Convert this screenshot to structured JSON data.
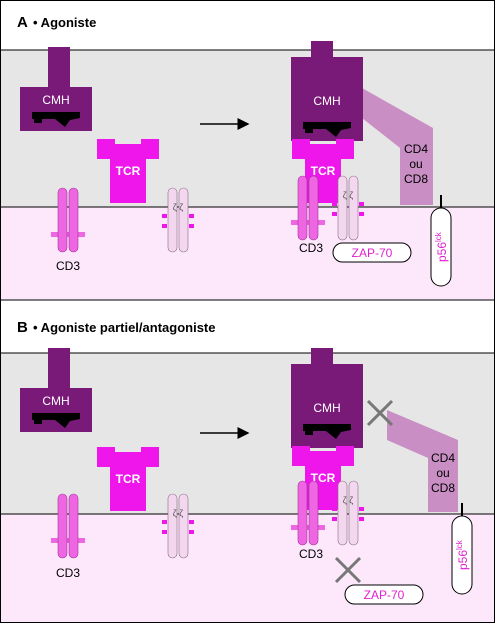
{
  "colors": {
    "frame": "#000000",
    "membrane_top": "#e6e6e6",
    "membrane_bottom": "#fde8fb",
    "cmh": "#7a1a78",
    "cmh_peptide": "#000000",
    "tcr": "#ee16ea",
    "cd3": "#ee66e2",
    "zeta": "#f3d7ee",
    "cd4": "#c98fc4",
    "zap_text": "#e020d0",
    "cross": "#777777"
  },
  "panels": [
    {
      "letter": "A",
      "heading": "• Agoniste",
      "labels": {
        "cmh_left": "CMH",
        "tcr_left": "TCR",
        "cd3_left": "CD3",
        "zeta_left": "ζ ζ",
        "cmh_right": "CMH",
        "tcr_right": "TCR",
        "cd3_right": "CD3",
        "zeta_right": "ζ ζ",
        "cd4_line1": "CD4",
        "cd4_line2": "ou",
        "cd4_line3": "CD8",
        "zap": "ZAP-70",
        "p56": "p56",
        "p56_sup": "lck"
      }
    },
    {
      "letter": "B",
      "heading": "• Agoniste partiel/antagoniste",
      "labels": {
        "cmh_left": "CMH",
        "tcr_left": "TCR",
        "cd3_left": "CD3",
        "zeta_left": "ζ ζ",
        "cmh_right": "CMH",
        "tcr_right": "TCR",
        "cd3_right": "CD3",
        "zeta_right": "ζ ζ",
        "cd4_line1": "CD4",
        "cd4_line2": "ou",
        "cd4_line3": "CD8",
        "zap": "ZAP-70",
        "p56": "p56",
        "p56_sup": "lck"
      }
    }
  ]
}
